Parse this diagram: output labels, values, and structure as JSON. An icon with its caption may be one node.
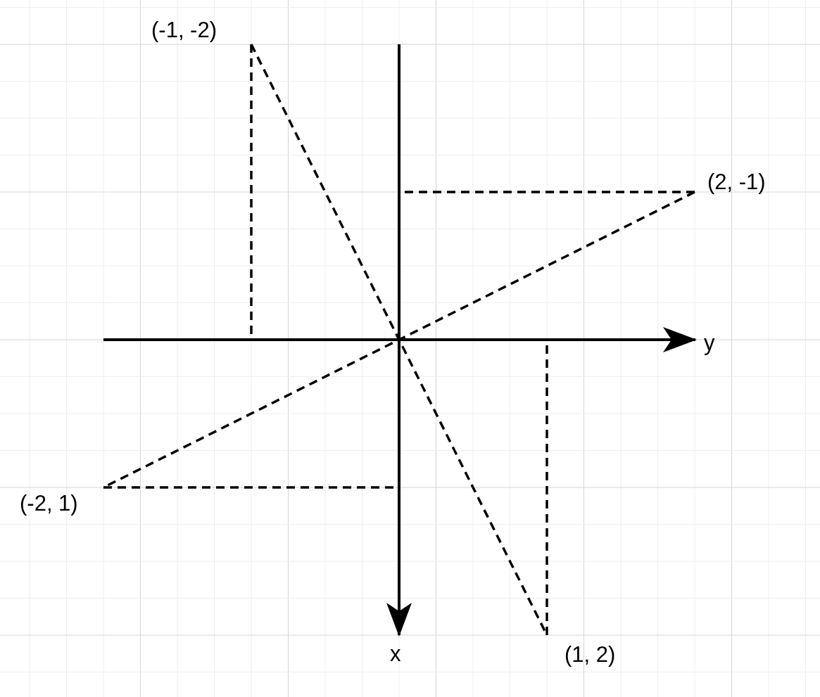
{
  "diagram": {
    "nodes": [
      {
        "text": [
          "(-1, -2)"
        ]
      },
      {
        "text": [
          "(2, -1)"
        ]
      },
      {
        "text": [
          "(-2, 1)"
        ]
      },
      {
        "text": [
          "(1, 2)"
        ]
      }
    ],
    "edges": [
      {
        "from": 0,
        "to": 3,
        "arrow": "none",
        "style": "dashed"
      },
      {
        "from": 1,
        "to": 2,
        "arrow": "none",
        "style": "dashed"
      }
    ],
    "labels": [
      "y",
      "x"
    ]
  }
}
